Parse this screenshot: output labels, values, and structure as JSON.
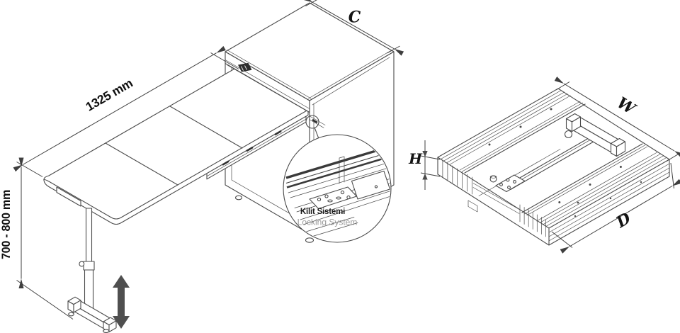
{
  "diagram": {
    "views": {
      "extended": {
        "length_dimension": "1325 mm",
        "height_dimension": "700 - 800 mm",
        "cabinet_width_label": "C",
        "callout": {
          "title": "Kilit Sistemi",
          "subtitle": "Locking System"
        }
      },
      "folded": {
        "width_label": "W",
        "height_label": "H",
        "depth_label": "D"
      }
    },
    "colors": {
      "line": "#4a4a4a",
      "label_text": "#101010",
      "callout_subtitle": "#9a9a9a",
      "adjust_arrow": "#4f4f4f",
      "background": "#ffffff"
    }
  }
}
